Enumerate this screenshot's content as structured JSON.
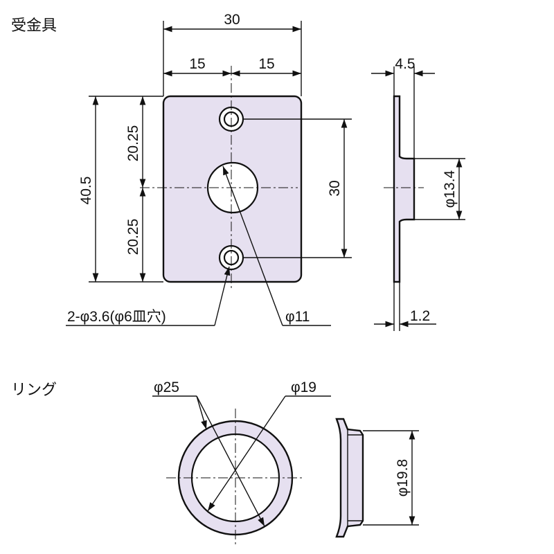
{
  "titles": {
    "bracket": "受金具",
    "ring": "リング"
  },
  "dimensions": {
    "width_total": "30",
    "width_half_left": "15",
    "width_half_right": "15",
    "height_total": "40.5",
    "height_upper": "20.25",
    "height_lower": "20.25",
    "hole_pitch": "30",
    "thickness_total": "4.5",
    "boss_diameter": "φ13.4",
    "plate_thickness": "1.2",
    "screw_holes": "2-φ3.6(φ6皿穴)",
    "center_hole": "φ11",
    "ring_outer": "φ25",
    "ring_inner": "φ19",
    "ring_side": "φ19.8"
  },
  "colors": {
    "part_fill": "#e6e0f0",
    "line": "#111111"
  }
}
